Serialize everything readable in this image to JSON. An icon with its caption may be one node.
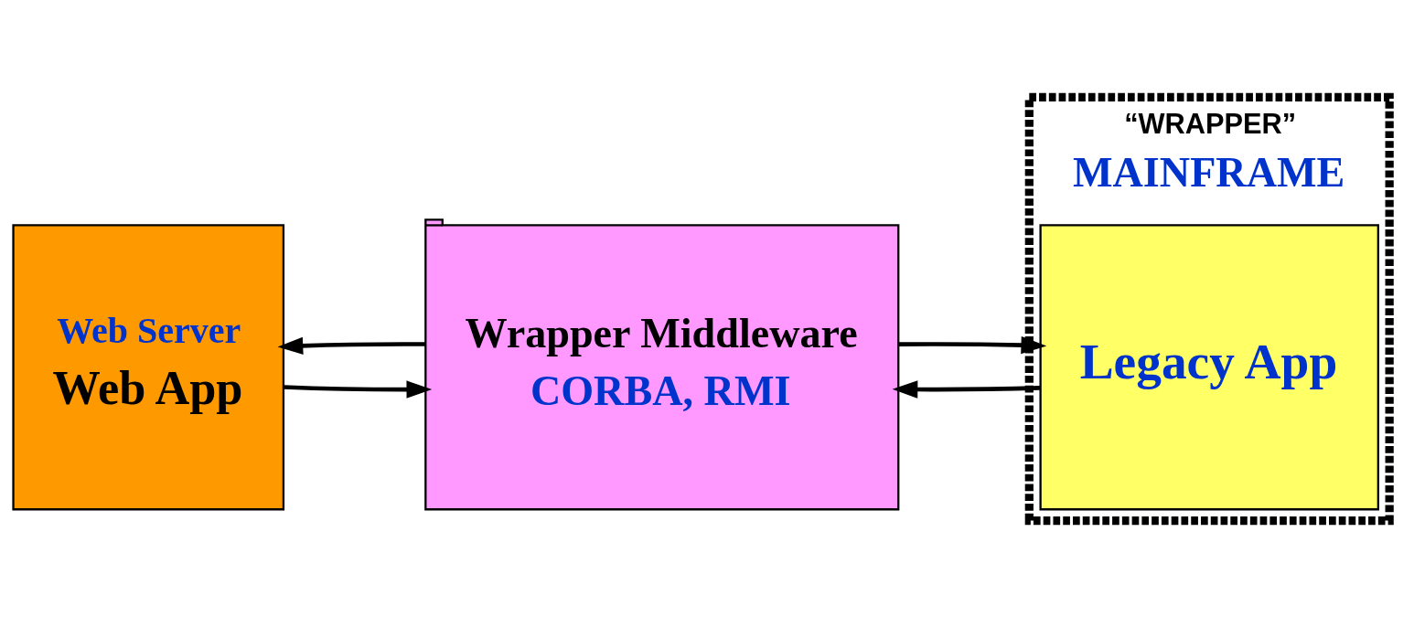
{
  "diagram": {
    "nodes": [
      {
        "text": [
          "Web Server",
          "Web App"
        ]
      },
      {
        "text": [
          "Wrapper Middleware",
          "CORBA, RMI"
        ]
      },
      {
        "text": [
          "“WRAPPER”",
          "MAINFRAME"
        ]
      },
      {
        "text": [
          "Legacy App"
        ],
        "in": 2
      }
    ],
    "edges": [
      {
        "from": 0,
        "to": 1,
        "arrow": "to"
      },
      {
        "from": 1,
        "to": 0,
        "arrow": "to"
      },
      {
        "from": 1,
        "to": 3,
        "arrow": "to"
      },
      {
        "from": 3,
        "to": 1,
        "arrow": "to"
      }
    ]
  }
}
